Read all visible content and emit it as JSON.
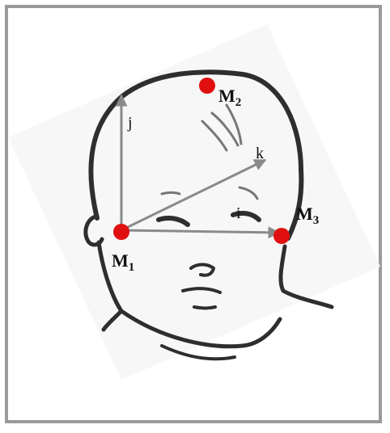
{
  "colors": {
    "frame": "#9a9a9a",
    "sketch": "#2e2e2e",
    "arrow": "#8a8a8a",
    "marker": "#e01010",
    "text": "#111111"
  },
  "axes": {
    "i_label": "i",
    "j_label": "j",
    "k_label": "k"
  },
  "markers": {
    "m1": {
      "letter": "M",
      "sub": "1"
    },
    "m2": {
      "letter": "M",
      "sub": "2"
    },
    "m3": {
      "letter": "M",
      "sub": "3"
    }
  }
}
